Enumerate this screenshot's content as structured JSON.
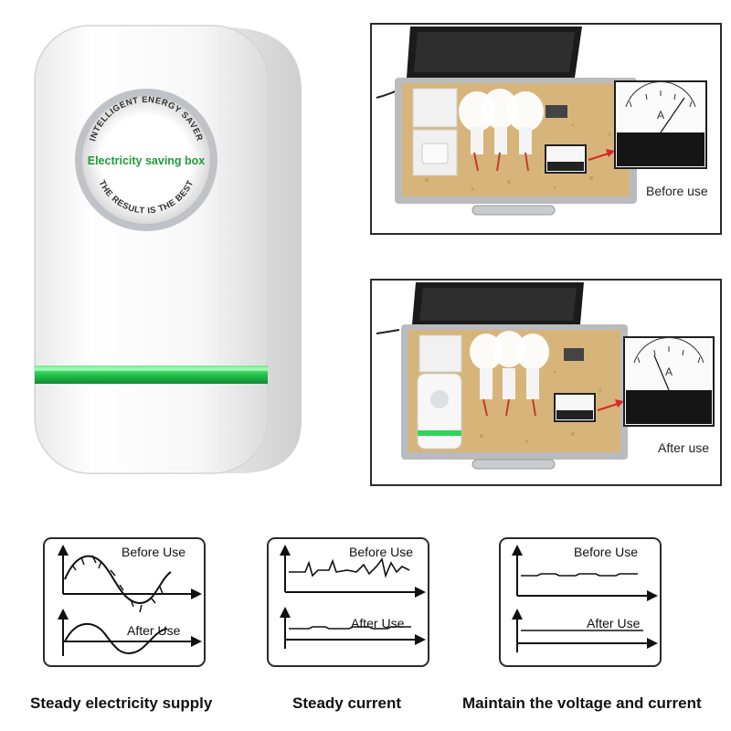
{
  "product": {
    "label_top": "INTELLIGENT ENERGY SAVER",
    "label_main": "Electricity saving box",
    "label_bottom": "THE RESULT IS THE BEST",
    "indicator_color": "#2fd65a"
  },
  "comparisons": [
    {
      "meter_label": "Before use"
    },
    {
      "meter_label": "After use"
    }
  ],
  "panels": [
    {
      "before_label": "Before Use",
      "after_label": "After Use",
      "caption": "Steady electricity supply"
    },
    {
      "before_label": "Before Use",
      "after_label": "After Use",
      "caption": "Steady current"
    },
    {
      "before_label": "Before Use",
      "after_label": "After Use",
      "caption": "Maintain the voltage and current"
    }
  ],
  "colors": {
    "arrow_red": "#d8262b",
    "line_dark": "#1a1a1a",
    "accent_green": "#2fd65a"
  }
}
